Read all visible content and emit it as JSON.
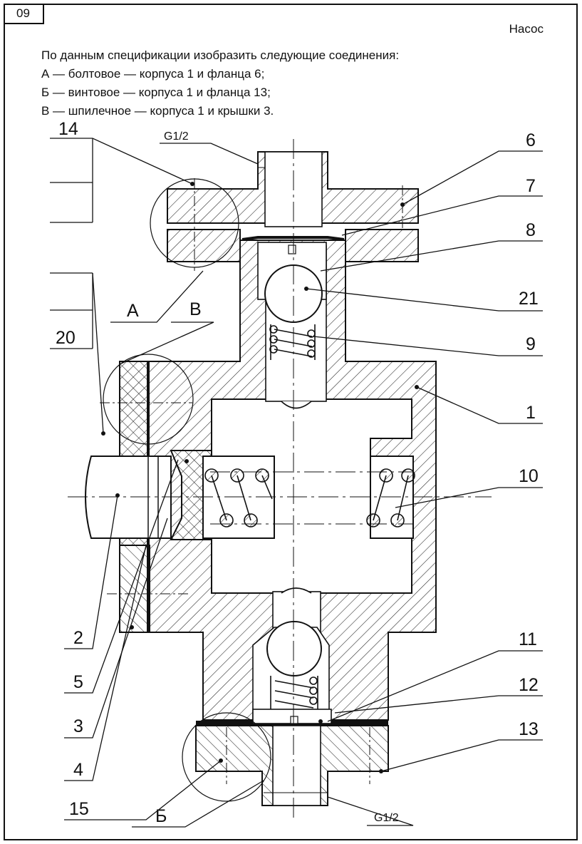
{
  "sheet_number": "09",
  "title": "Насос",
  "task": {
    "intro": "По данным спецификации  изобразить следующие соединения:",
    "items": [
      "А — болтовое — корпуса 1 и фланца 6;",
      "Б — винтовое — корпуса 1 и фланца 13;",
      "В — шпилечное — корпуса 1 и крышки 3."
    ]
  },
  "thread_labels": {
    "top": "G1/2",
    "bottom": "G1/2"
  },
  "callouts": {
    "p1": "1",
    "p2": "2",
    "p3": "3",
    "p4": "4",
    "p5": "5",
    "p6": "6",
    "p7": "7",
    "p8": "8",
    "p9": "9",
    "p10": "10",
    "p11": "11",
    "p12": "12",
    "p13": "13",
    "p14": "14",
    "p15": "15",
    "p20": "20",
    "p21": "21"
  },
  "zones": {
    "a": "А",
    "b": "Б",
    "v": "В"
  }
}
